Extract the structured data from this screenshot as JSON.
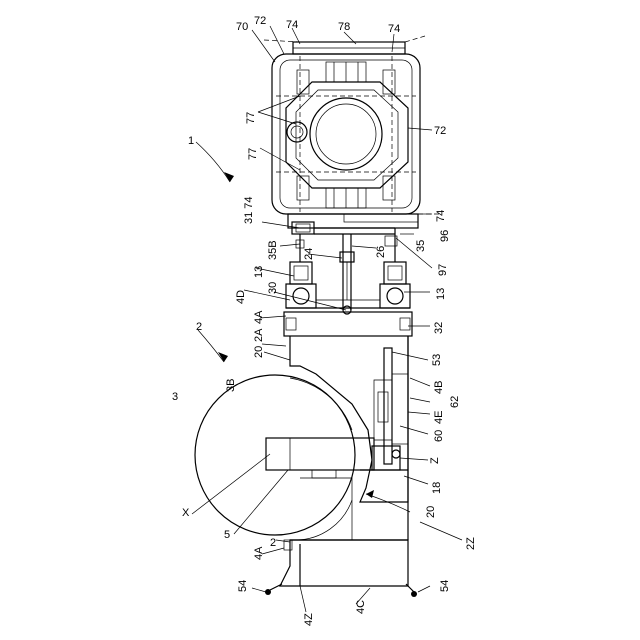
{
  "figure": {
    "labels": [
      {
        "id": "lbl-70",
        "text": "70"
      },
      {
        "id": "lbl-72a",
        "text": "72"
      },
      {
        "id": "lbl-74a",
        "text": "74"
      },
      {
        "id": "lbl-78",
        "text": "78"
      },
      {
        "id": "lbl-74b",
        "text": "74"
      },
      {
        "id": "lbl-77a",
        "text": "77"
      },
      {
        "id": "lbl-72b",
        "text": "72"
      },
      {
        "id": "lbl-1",
        "text": "1"
      },
      {
        "id": "lbl-77b",
        "text": "77"
      },
      {
        "id": "lbl-3174",
        "text": "31 74"
      },
      {
        "id": "lbl-74c",
        "text": "74"
      },
      {
        "id": "lbl-96",
        "text": "96"
      },
      {
        "id": "lbl-35",
        "text": "35"
      },
      {
        "id": "lbl-35B",
        "text": "35B"
      },
      {
        "id": "lbl-24",
        "text": "24"
      },
      {
        "id": "lbl-26",
        "text": "26"
      },
      {
        "id": "lbl-97",
        "text": "97"
      },
      {
        "id": "lbl-13a",
        "text": "13"
      },
      {
        "id": "lbl-30",
        "text": "30"
      },
      {
        "id": "lbl-13b",
        "text": "13"
      },
      {
        "id": "lbl-4D",
        "text": "4D"
      },
      {
        "id": "lbl-4A",
        "text": "4A"
      },
      {
        "id": "lbl-32",
        "text": "32"
      },
      {
        "id": "lbl-2",
        "text": "2"
      },
      {
        "id": "lbl-2A",
        "text": "2A"
      },
      {
        "id": "lbl-20a",
        "text": "20"
      },
      {
        "id": "lbl-53",
        "text": "53"
      },
      {
        "id": "lbl-3B",
        "text": "3B"
      },
      {
        "id": "lbl-4B",
        "text": "4B"
      },
      {
        "id": "lbl-3",
        "text": "3"
      },
      {
        "id": "lbl-62",
        "text": "62"
      },
      {
        "id": "lbl-4E",
        "text": "4E"
      },
      {
        "id": "lbl-60",
        "text": "60"
      },
      {
        "id": "lbl-Z",
        "text": "Z"
      },
      {
        "id": "lbl-18",
        "text": "18"
      },
      {
        "id": "lbl-X",
        "text": "X"
      },
      {
        "id": "lbl-20b",
        "text": "20"
      },
      {
        "id": "lbl-5",
        "text": "5"
      },
      {
        "id": "lbl-2Z",
        "text": "2Z"
      },
      {
        "id": "lbl-4A2",
        "text": "4A"
      },
      {
        "id": "lbl-2b",
        "text": "2"
      },
      {
        "id": "lbl-54a",
        "text": "54"
      },
      {
        "id": "lbl-54b",
        "text": "54"
      },
      {
        "id": "lbl-4Z",
        "text": "4Z"
      },
      {
        "id": "lbl-4C",
        "text": "4C"
      }
    ]
  }
}
